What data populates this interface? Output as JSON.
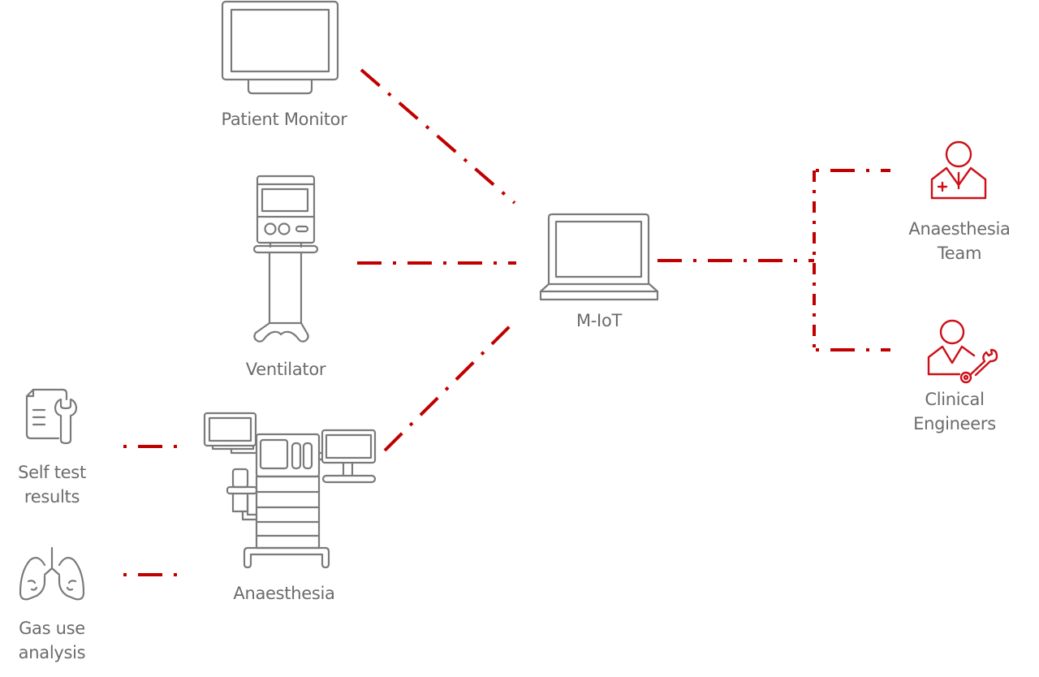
{
  "colors": {
    "connector": "#c00000",
    "device_icon": "#7a7a7a",
    "person_icon": "#cc1018",
    "label_text": "#6b6b6b"
  },
  "nodes": {
    "patient_monitor": {
      "label": "Patient Monitor",
      "icon": "monitor-icon"
    },
    "ventilator": {
      "label": "Ventilator",
      "icon": "ventilator-icon"
    },
    "anaesthesia": {
      "label": "Anaesthesia",
      "icon": "anaesthesia-machine-icon"
    },
    "m_iot": {
      "label": "M-IoT",
      "icon": "laptop-icon"
    },
    "anaesthesia_team": {
      "label_line1": "Anaesthesia",
      "label_line2": "Team",
      "icon": "doctor-icon"
    },
    "clinical_engineers": {
      "label_line1": "Clinical",
      "label_line2": "Engineers",
      "icon": "engineer-icon"
    },
    "self_test": {
      "label_line1": "Self test",
      "label_line2": "results",
      "icon": "document-wrench-icon"
    },
    "gas_use": {
      "label_line1": "Gas use",
      "label_line2": "analysis",
      "icon": "lungs-icon"
    }
  },
  "connections": [
    {
      "from": "Patient Monitor",
      "to": "M-IoT"
    },
    {
      "from": "Ventilator",
      "to": "M-IoT"
    },
    {
      "from": "Anaesthesia",
      "to": "M-IoT"
    },
    {
      "from": "M-IoT",
      "to": "Anaesthesia Team"
    },
    {
      "from": "M-IoT",
      "to": "Clinical Engineers"
    },
    {
      "from": "Self test results",
      "to": "Anaesthesia"
    },
    {
      "from": "Gas use analysis",
      "to": "Anaesthesia"
    }
  ]
}
